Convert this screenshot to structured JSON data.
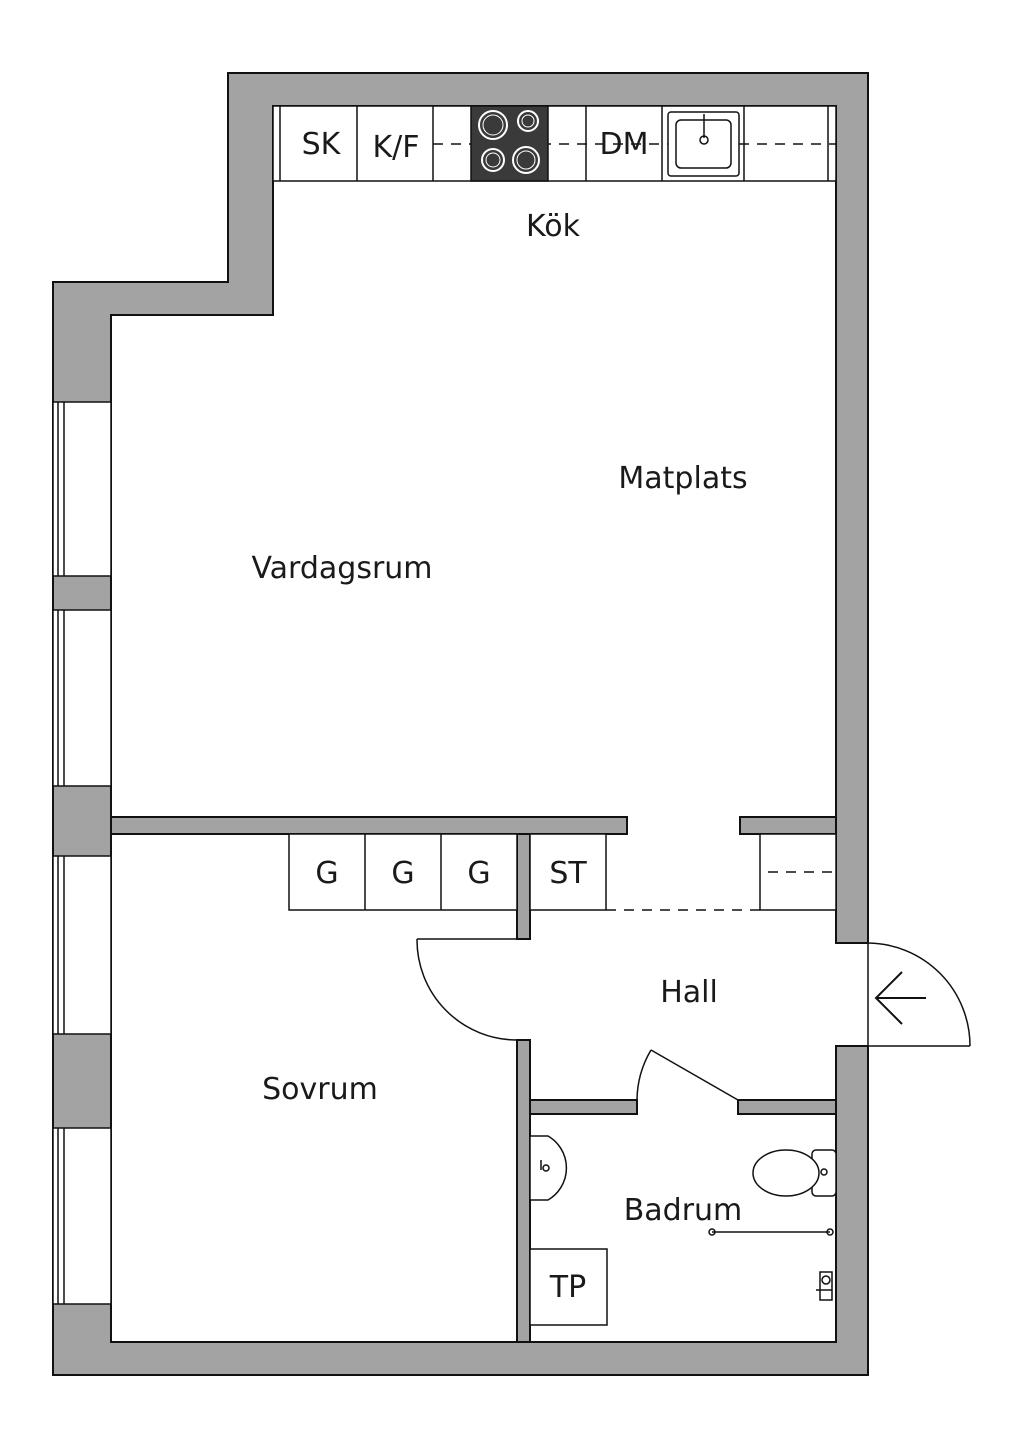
{
  "rooms": {
    "kitchen": "Kök",
    "dining": "Matplats",
    "living": "Vardagsrum",
    "bedroom": "Sovrum",
    "hall": "Hall",
    "bathroom": "Badrum"
  },
  "fixtures": {
    "sk": "SK",
    "kf": "K/F",
    "dm": "DM",
    "wardrobe_1": "G",
    "wardrobe_2": "G",
    "wardrobe_3": "G",
    "st": "ST",
    "tp": "TP"
  },
  "colors": {
    "wall": "#a3a3a3",
    "stove": "#3a3a3a",
    "line": "#111111"
  }
}
